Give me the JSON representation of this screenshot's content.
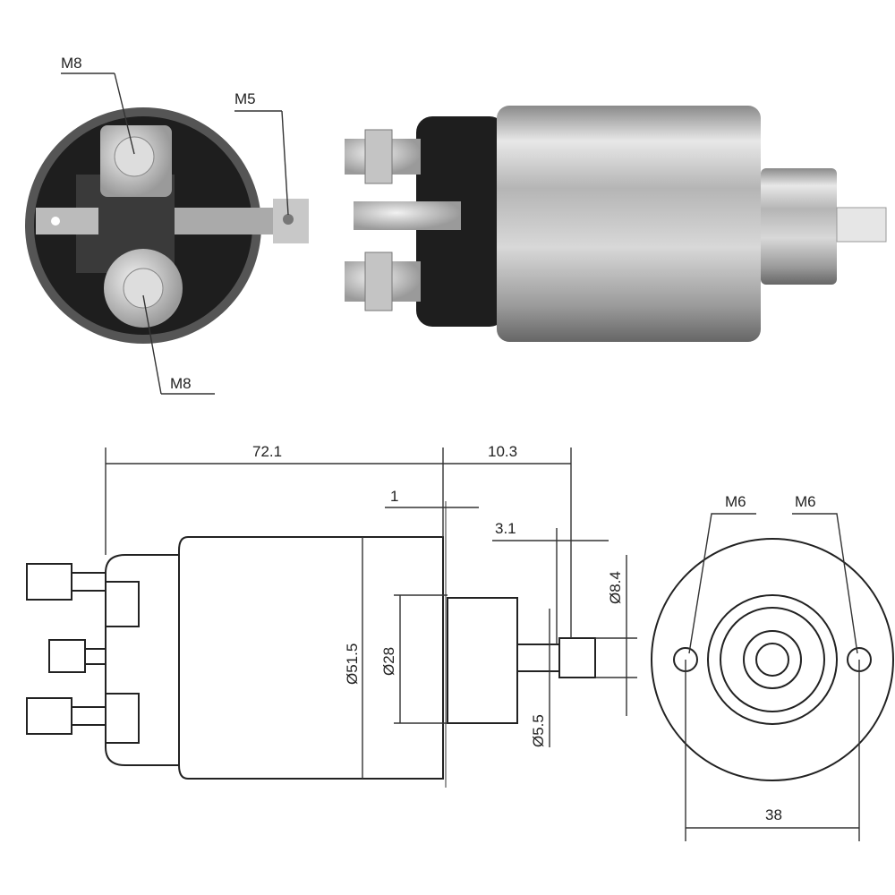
{
  "title": "Starter solenoid dimensional drawing",
  "photo_labels": {
    "top_terminal": "M8",
    "side_terminal": "M5",
    "bottom_terminal": "M8"
  },
  "dimensions": {
    "body_length": "72.1",
    "plunger_length": "10.3",
    "flange_thickness": "1",
    "pin_length": "3.1",
    "body_diameter": "Ø51.5",
    "boss_diameter": "Ø28",
    "shaft_diameter": "Ø5.5",
    "pin_diameter": "Ø8.4",
    "mount_hole_left": "M6",
    "mount_hole_right": "M6",
    "hole_spacing": "38"
  },
  "colors": {
    "line": "#222222",
    "housing_dark": "#1e1e1e",
    "metal": "#c8c8c8"
  }
}
